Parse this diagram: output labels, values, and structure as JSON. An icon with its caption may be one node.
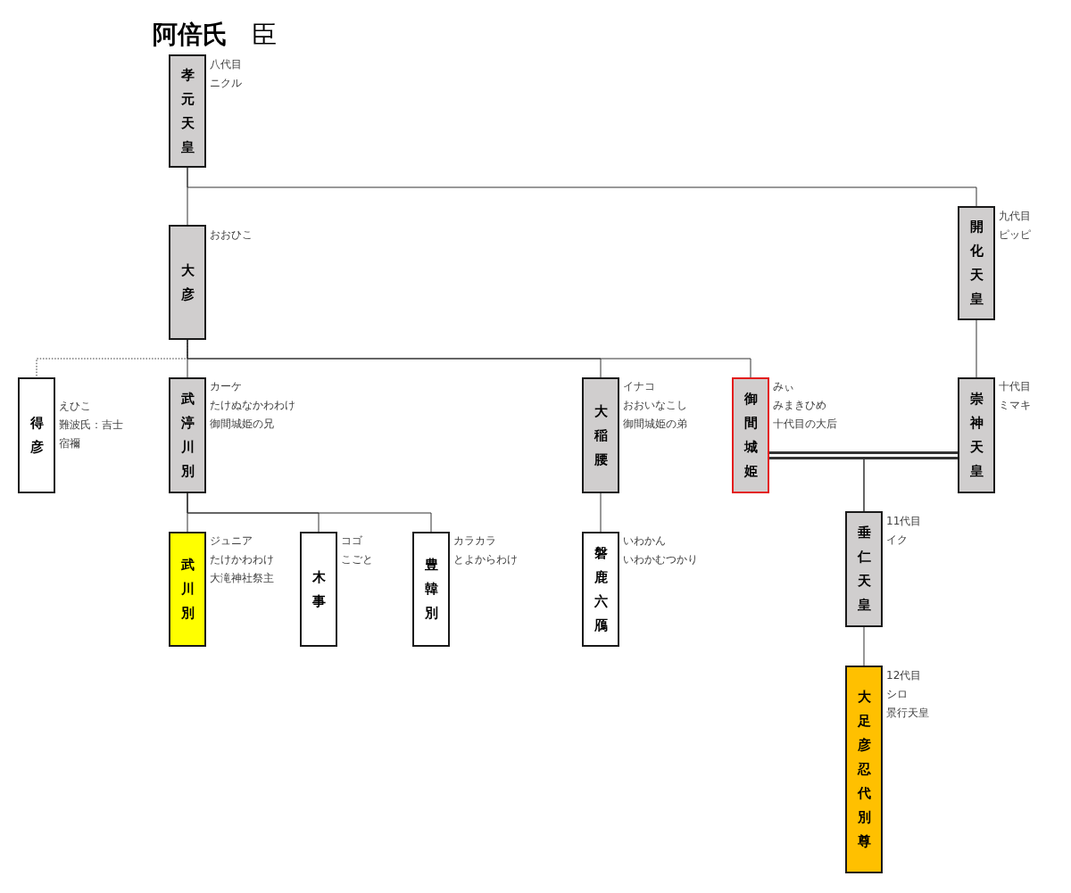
{
  "diagram": {
    "title": "阿倍氏",
    "nodes": [
      {
        "text": [
          "孝元天皇"
        ],
        "beside": [
          "八代目",
          "ニクル"
        ]
      },
      {
        "text": [
          "大彦"
        ],
        "beside": [
          "おおひこ"
        ]
      },
      {
        "text": [
          "開化天皇"
        ],
        "beside": [
          "九代目",
          "ピッピ"
        ]
      },
      {
        "text": [
          "得彦"
        ],
        "beside": [
          "えひこ",
          "難波氏：吉士",
          "宿禰"
        ]
      },
      {
        "text": [
          "武渟川別"
        ],
        "beside": [
          "カーケ",
          "たけぬなかわわけ",
          "御間城姫の兄"
        ]
      },
      {
        "text": [
          "大稲腰"
        ],
        "beside": [
          "イナコ",
          "おおいなこし",
          "御間城姫の弟"
        ]
      },
      {
        "text": [
          "御間城姫"
        ],
        "beside": [
          "みぃ",
          "みまきひめ",
          "十代目の大后"
        ]
      },
      {
        "text": [
          "崇神天皇"
        ],
        "beside": [
          "十代目",
          "ミマキ"
        ]
      },
      {
        "text": [
          "武川別"
        ],
        "beside": [
          "ジュニア",
          "たけかわわけ",
          "大滝神社祭主"
        ]
      },
      {
        "text": [
          "木事"
        ],
        "beside": [
          "コゴ",
          "こごと"
        ]
      },
      {
        "text": [
          "豊韓別"
        ],
        "beside": [
          "カラカラ",
          "とよからわけ"
        ]
      },
      {
        "text": [
          "磐鹿六鴈"
        ],
        "beside": [
          "いわかん",
          "いわかむつかり"
        ]
      },
      {
        "text": [
          "垂仁天皇"
        ],
        "beside": [
          "11代目",
          "イク"
        ]
      },
      {
        "text": [
          "大足彦忍代別尊"
        ],
        "beside": [
          "12代目",
          "シロ",
          "景行天皇"
        ]
      }
    ],
    "edges": [
      {
        "from": 0,
        "to": 1,
        "arrow": "none"
      },
      {
        "from": 0,
        "to": 2,
        "arrow": "none"
      },
      {
        "from": 2,
        "to": 7,
        "arrow": "none"
      },
      {
        "from": 1,
        "to": 3,
        "arrow": "none",
        "style": "dashed"
      },
      {
        "from": 1,
        "to": 4,
        "arrow": "none"
      },
      {
        "from": 1,
        "to": 5,
        "arrow": "none"
      },
      {
        "from": 1,
        "to": 6,
        "arrow": "none"
      },
      {
        "from": 6,
        "to": 7,
        "arrow": "none",
        "style": "thick"
      },
      {
        "from": 6,
        "to": 12,
        "arrow": "none"
      },
      {
        "from": 7,
        "to": 12,
        "arrow": "none"
      },
      {
        "from": 4,
        "to": 8,
        "arrow": "none"
      },
      {
        "from": 4,
        "to": 9,
        "arrow": "none"
      },
      {
        "from": 4,
        "to": 10,
        "arrow": "none"
      },
      {
        "from": 5,
        "to": 11,
        "arrow": "none"
      },
      {
        "from": 12,
        "to": 13,
        "arrow": "none"
      }
    ],
    "labels": [
      "臣"
    ]
  }
}
